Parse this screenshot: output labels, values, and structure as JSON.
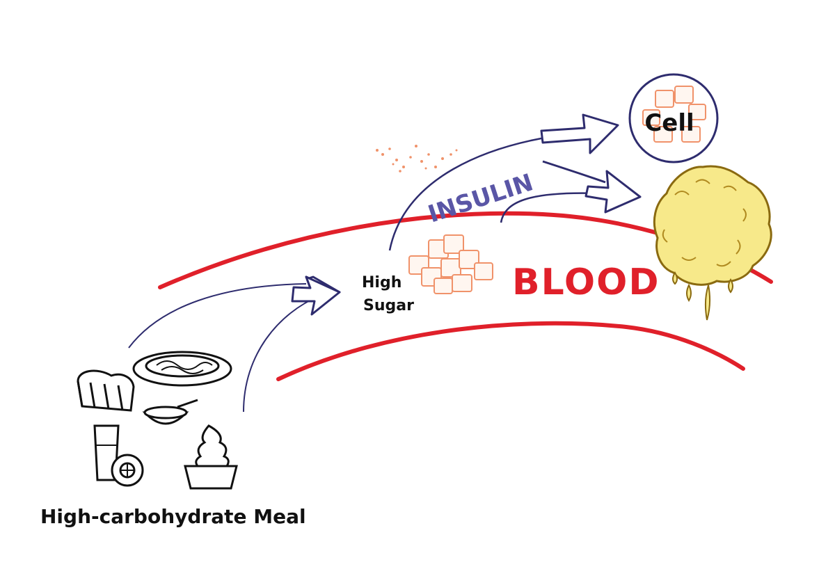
{
  "labels": {
    "meal": "High-carbohydrate Meal",
    "high_sugar_line1": "High",
    "high_sugar_line2": "Sugar",
    "insulin": "INSULIN",
    "blood": "BLOOD",
    "cell": "Cell"
  },
  "colors": {
    "blood_line": "#e0202a",
    "arrow": "#2e2c6e",
    "insulin_text": "#5a56a6",
    "sugar_cube": "#f0926a",
    "fat_fill": "#f7e98a",
    "fat_outline": "#8a6a10",
    "ink": "#111111"
  },
  "icons": [
    "bread-icon",
    "pasta-plate-icon",
    "cereal-bowl-icon",
    "juice-glass-icon",
    "kiwi-icon",
    "ice-cream-icon",
    "sugar-cubes-icon",
    "fat-cell-icon"
  ]
}
